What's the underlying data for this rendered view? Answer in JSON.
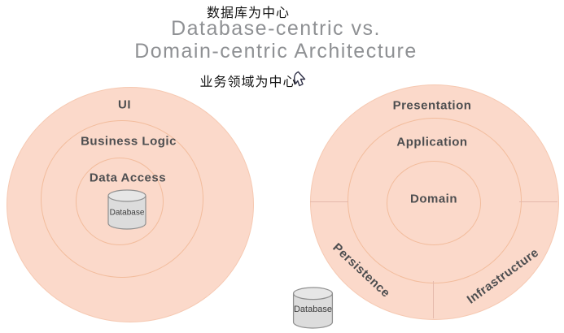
{
  "header": {
    "top_label_zh": "数据库为中心",
    "title_line1": "Database-centric vs.",
    "title_line2": "Domain-centric Architecture",
    "bottom_label_zh": "业务领域为中心"
  },
  "left_diagram": {
    "type": "database-centric",
    "rings": [
      {
        "label": "UI"
      },
      {
        "label": "Business Logic"
      },
      {
        "label": "Data Access"
      }
    ],
    "database_label": "Database"
  },
  "right_diagram": {
    "type": "domain-centric",
    "rings": [
      {
        "label": "Presentation"
      },
      {
        "label": "Application"
      },
      {
        "label": "Domain"
      }
    ],
    "sectors": [
      {
        "label": "Persistence"
      },
      {
        "label": "Infrastructure"
      }
    ],
    "database_label": "Database"
  },
  "colors": {
    "circle_fill": "#fbd9ca",
    "ring_stroke": "#f2bc9c",
    "divider_line": "#e5b9ab",
    "label_text": "#4d4e50",
    "title_text": "#8f9194",
    "zh_text": "#141414",
    "cylinder_fill": "#dcdcdc",
    "cylinder_stroke": "#909090"
  }
}
